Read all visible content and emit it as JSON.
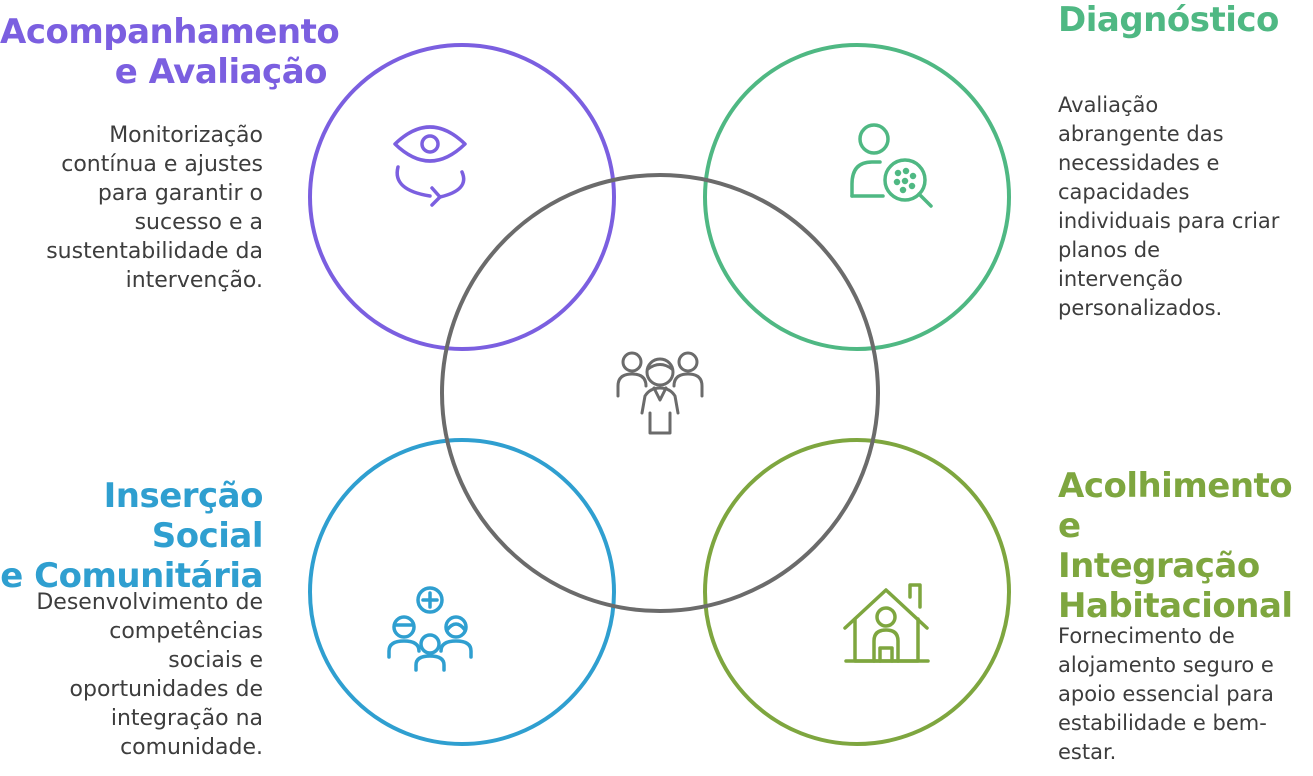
{
  "colors": {
    "purple": "#7b5fe0",
    "green": "#4fb883",
    "blue": "#2f9fd0",
    "lime": "#7ea63f",
    "center": "#6b6b6b",
    "text": "#3d3d3d"
  },
  "sections": {
    "acompanhamento": {
      "title_line1": "Acompanhamento",
      "title_line2": "e Avaliação",
      "desc_lines": [
        "Monitorização",
        "contínua e ajustes",
        "para garantir o",
        "sucesso e a",
        "sustentabilidade da",
        "intervenção."
      ],
      "icon": "eye-cycle-icon"
    },
    "diagnostico": {
      "title_line1": "Diagnóstico",
      "desc_lines": [
        "Avaliação",
        "abrangente das",
        "necessidades e",
        "capacidades",
        "individuais para criar",
        "planos de",
        "intervenção",
        "personalizados."
      ],
      "icon": "person-magnifier-icon"
    },
    "insercao": {
      "title_line1": "Inserção Social",
      "title_line2": "e Comunitária",
      "desc_lines": [
        "Desenvolvimento de",
        "competências",
        "sociais e",
        "oportunidades de",
        "integração na",
        "comunidade."
      ],
      "icon": "community-plus-icon"
    },
    "acolhimento": {
      "title_line1": "Acolhimento e",
      "title_line2": "Integração",
      "title_line3": "Habitacional",
      "desc_lines": [
        "Fornecimento de",
        "alojamento seguro e",
        "apoio essencial para",
        "estabilidade e bem-",
        "estar."
      ],
      "icon": "house-person-icon"
    },
    "center": {
      "icon": "group-people-icon"
    }
  }
}
